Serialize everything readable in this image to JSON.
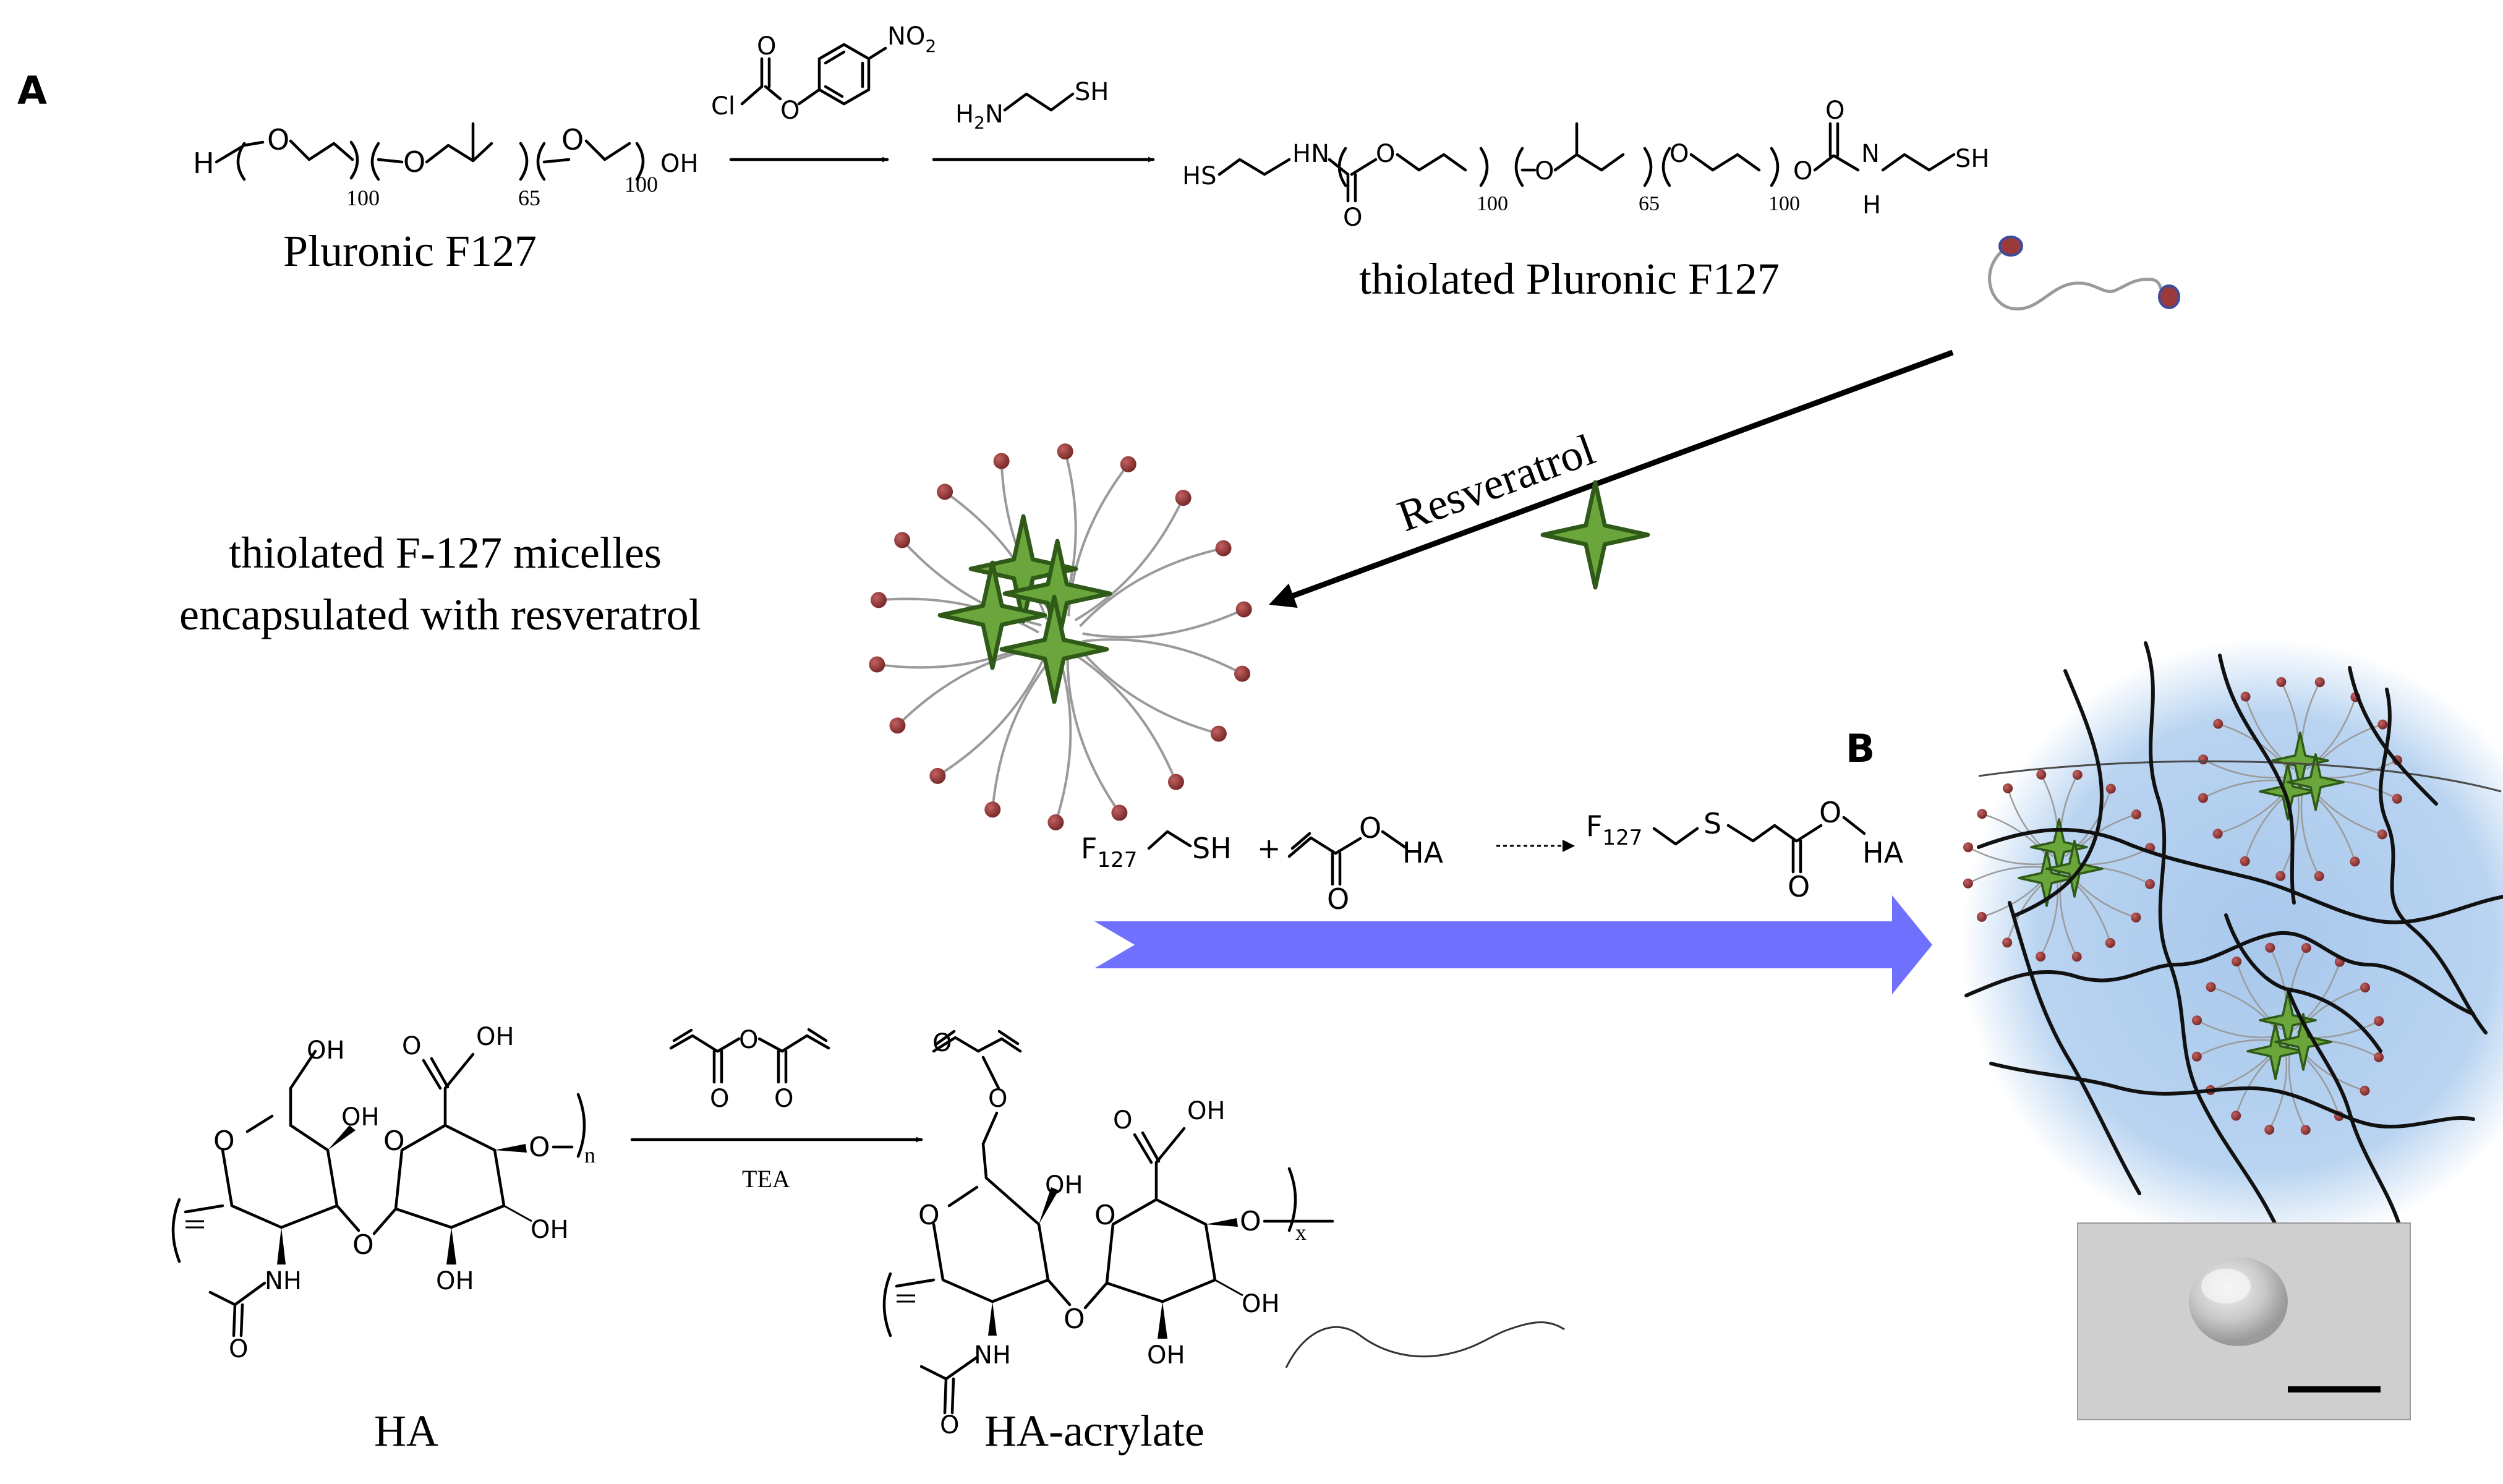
{
  "panels": {
    "a": "A",
    "b": "B"
  },
  "f127": {
    "name": "Pluronic F127",
    "h_start": "H",
    "end_oh": "OH",
    "o": "O",
    "sub_peo1": "100",
    "sub_ppo": "65",
    "sub_peo2": "100"
  },
  "reagents": {
    "npc_cl": "Cl",
    "npc_o": "O",
    "npc_no2": "NO",
    "npc_no2_sub": "2",
    "cysteamine_h2n": "H",
    "cysteamine_h2n_sub": "2",
    "cysteamine_n": "N",
    "cysteamine_sh": "SH"
  },
  "thiolated": {
    "name": "thiolated Pluronic F127",
    "hs_left": "HS",
    "hn": "HN",
    "o": "O",
    "n_right": "N",
    "h_right": "H",
    "sh_right": "SH",
    "sub1": "100",
    "sub2": "65",
    "sub3": "100"
  },
  "resveratrol_label": "Resveratrol",
  "micelle_label": {
    "line1": "thiolated F-127 micelles",
    "line2": "encapsulated with resveratrol"
  },
  "crosslink": {
    "f_left": "F",
    "f_left_sub": "127",
    "sh": "SH",
    "plus": "+",
    "o_top": "O",
    "o_bottom": "O",
    "ha": "HA",
    "f_right": "F",
    "f_right_sub": "127",
    "s": "S",
    "o_top2": "O",
    "o_bottom2": "O",
    "ha2": "HA"
  },
  "ha": {
    "name": "HA",
    "oh1": "OH",
    "oh2": "OH",
    "oh3": "OH",
    "oh4": "OH",
    "oh5": "OH",
    "o_ring1": "O",
    "o_ring2": "O",
    "o_glyco": "O",
    "o_link": "O",
    "nh": "NH",
    "o_acetyl": "O",
    "o_carboxyl": "O",
    "sub_n": "n"
  },
  "reaction2": {
    "reagent_o": "O",
    "reagent_o1": "O",
    "reagent_o2": "O",
    "tea": "TEA"
  },
  "ha_acrylate": {
    "name": "HA-acrylate",
    "oh1": "OH",
    "oh2": "OH",
    "oh3": "OH",
    "oh4": "OH",
    "o_acryl1": "O",
    "o_acryl2": "O",
    "o_ring1": "O",
    "o_ring2": "O",
    "o_glyco": "O",
    "o_link": "O",
    "nh": "NH",
    "o_acetyl": "O",
    "o_carboxyl": "O",
    "sub_x": "x"
  },
  "colors": {
    "star_fill": "#6aa63c",
    "star_stroke": "#2f5a18",
    "bead": "#8a3535",
    "arrow_blue": "#7070ff",
    "hydrogel": "#a9c8ec"
  }
}
